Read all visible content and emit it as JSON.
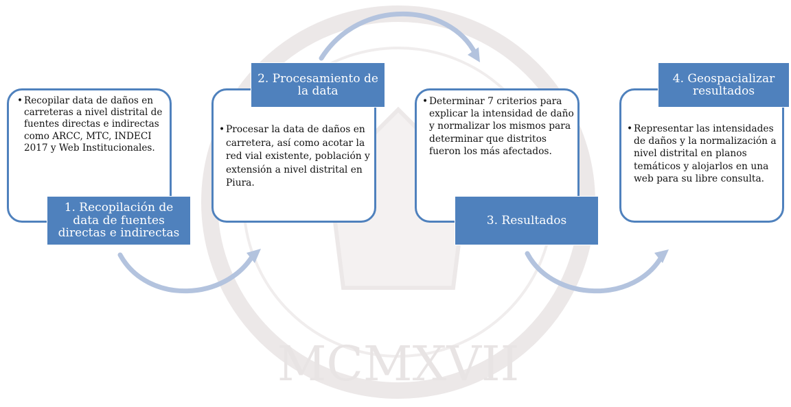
{
  "watermark": {
    "text": "MCMXVII"
  },
  "steps": [
    {
      "title": "1. Recopilación de data de fuentes directas e indirectas",
      "body": "Recopilar data de daños en carreteras a nivel distrital de fuentes directas e indirectas como ARCC, MTC, INDECI 2017 y Web Institucionales."
    },
    {
      "title": "2. Procesamiento de la data",
      "body": "Procesar la data de daños en carretera, así como acotar la red vial existente, población y extensión a nivel distrital en Piura."
    },
    {
      "title": "3. Resultados",
      "body": "Determinar 7 criterios para explicar la intensidad de daño y normalizar los mismos para determinar que distritos fueron los más afectados."
    },
    {
      "title": "4. Geospacializar resultados",
      "body": "Representar las intensidades de daños y la normalización a nivel distrital en planos temáticos y alojarlos en una web para su libre consulta."
    }
  ],
  "colors": {
    "accent": "#4f81bd",
    "arrow": "#b3c3de",
    "watermark": "#ece8e8"
  }
}
